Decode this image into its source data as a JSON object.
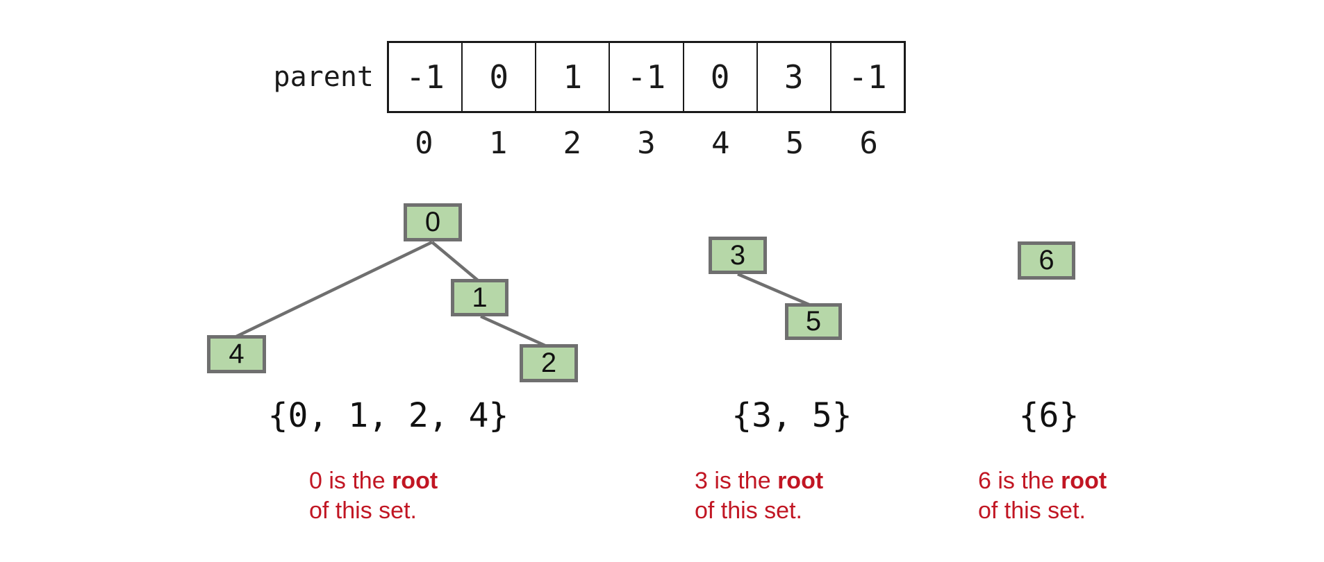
{
  "parent_array": {
    "label": "parent",
    "values": [
      "-1",
      "0",
      "1",
      "-1",
      "0",
      "3",
      "-1"
    ],
    "indices": [
      "0",
      "1",
      "2",
      "3",
      "4",
      "5",
      "6"
    ]
  },
  "forest": {
    "nodes": {
      "n0": "0",
      "n1": "1",
      "n2": "2",
      "n3": "3",
      "n4": "4",
      "n5": "5",
      "n6": "6"
    },
    "edges": [
      {
        "from": "0",
        "to": "4"
      },
      {
        "from": "0",
        "to": "1"
      },
      {
        "from": "1",
        "to": "2"
      },
      {
        "from": "3",
        "to": "5"
      }
    ]
  },
  "sets": {
    "set1": "{0, 1, 2, 4}",
    "set2": "{3, 5}",
    "set3": "{6}"
  },
  "captions": {
    "c1": {
      "prefix": "0 is the ",
      "bold": "root",
      "line2": "of this set."
    },
    "c2": {
      "prefix": "3 is the ",
      "bold": "root",
      "line2": "of this set."
    },
    "c3": {
      "prefix": "6 is the ",
      "bold": "root",
      "line2": "of this set."
    }
  },
  "colors": {
    "node_fill": "#b6d7a8",
    "node_border": "#6f6f6f",
    "edge_line": "#6f6f6f",
    "caption_red": "#c11623",
    "array_border": "#1a1a1a"
  }
}
